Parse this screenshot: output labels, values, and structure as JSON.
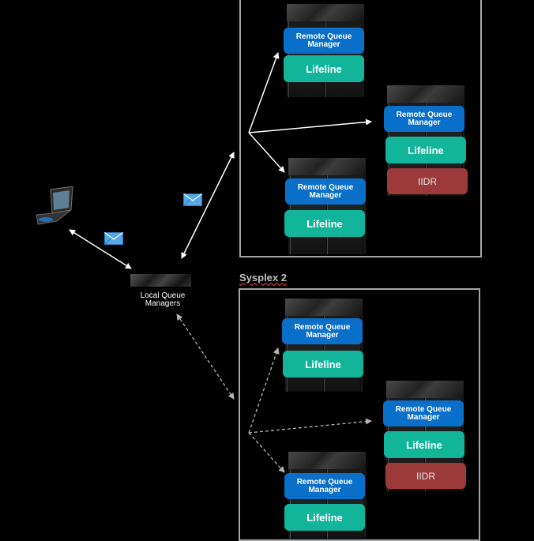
{
  "local_qm_label": "Local Queue Managers",
  "sysplex2_label": "Sysplex 2",
  "rqm_label": "Remote Queue Manager",
  "lifeline_label": "Lifeline",
  "iidr_label": "IIDR",
  "colors": {
    "remote_queue_manager": "#0a6fc9",
    "lifeline": "#12b59a",
    "iidr": "#9b3a38",
    "box_border": "#a6a6a6",
    "solid_arrow": "#ffffff",
    "dashed_arrow": "#a6a6a6"
  },
  "icons": [
    "laptop-icon",
    "server-tower-icon",
    "envelope-icon"
  ]
}
